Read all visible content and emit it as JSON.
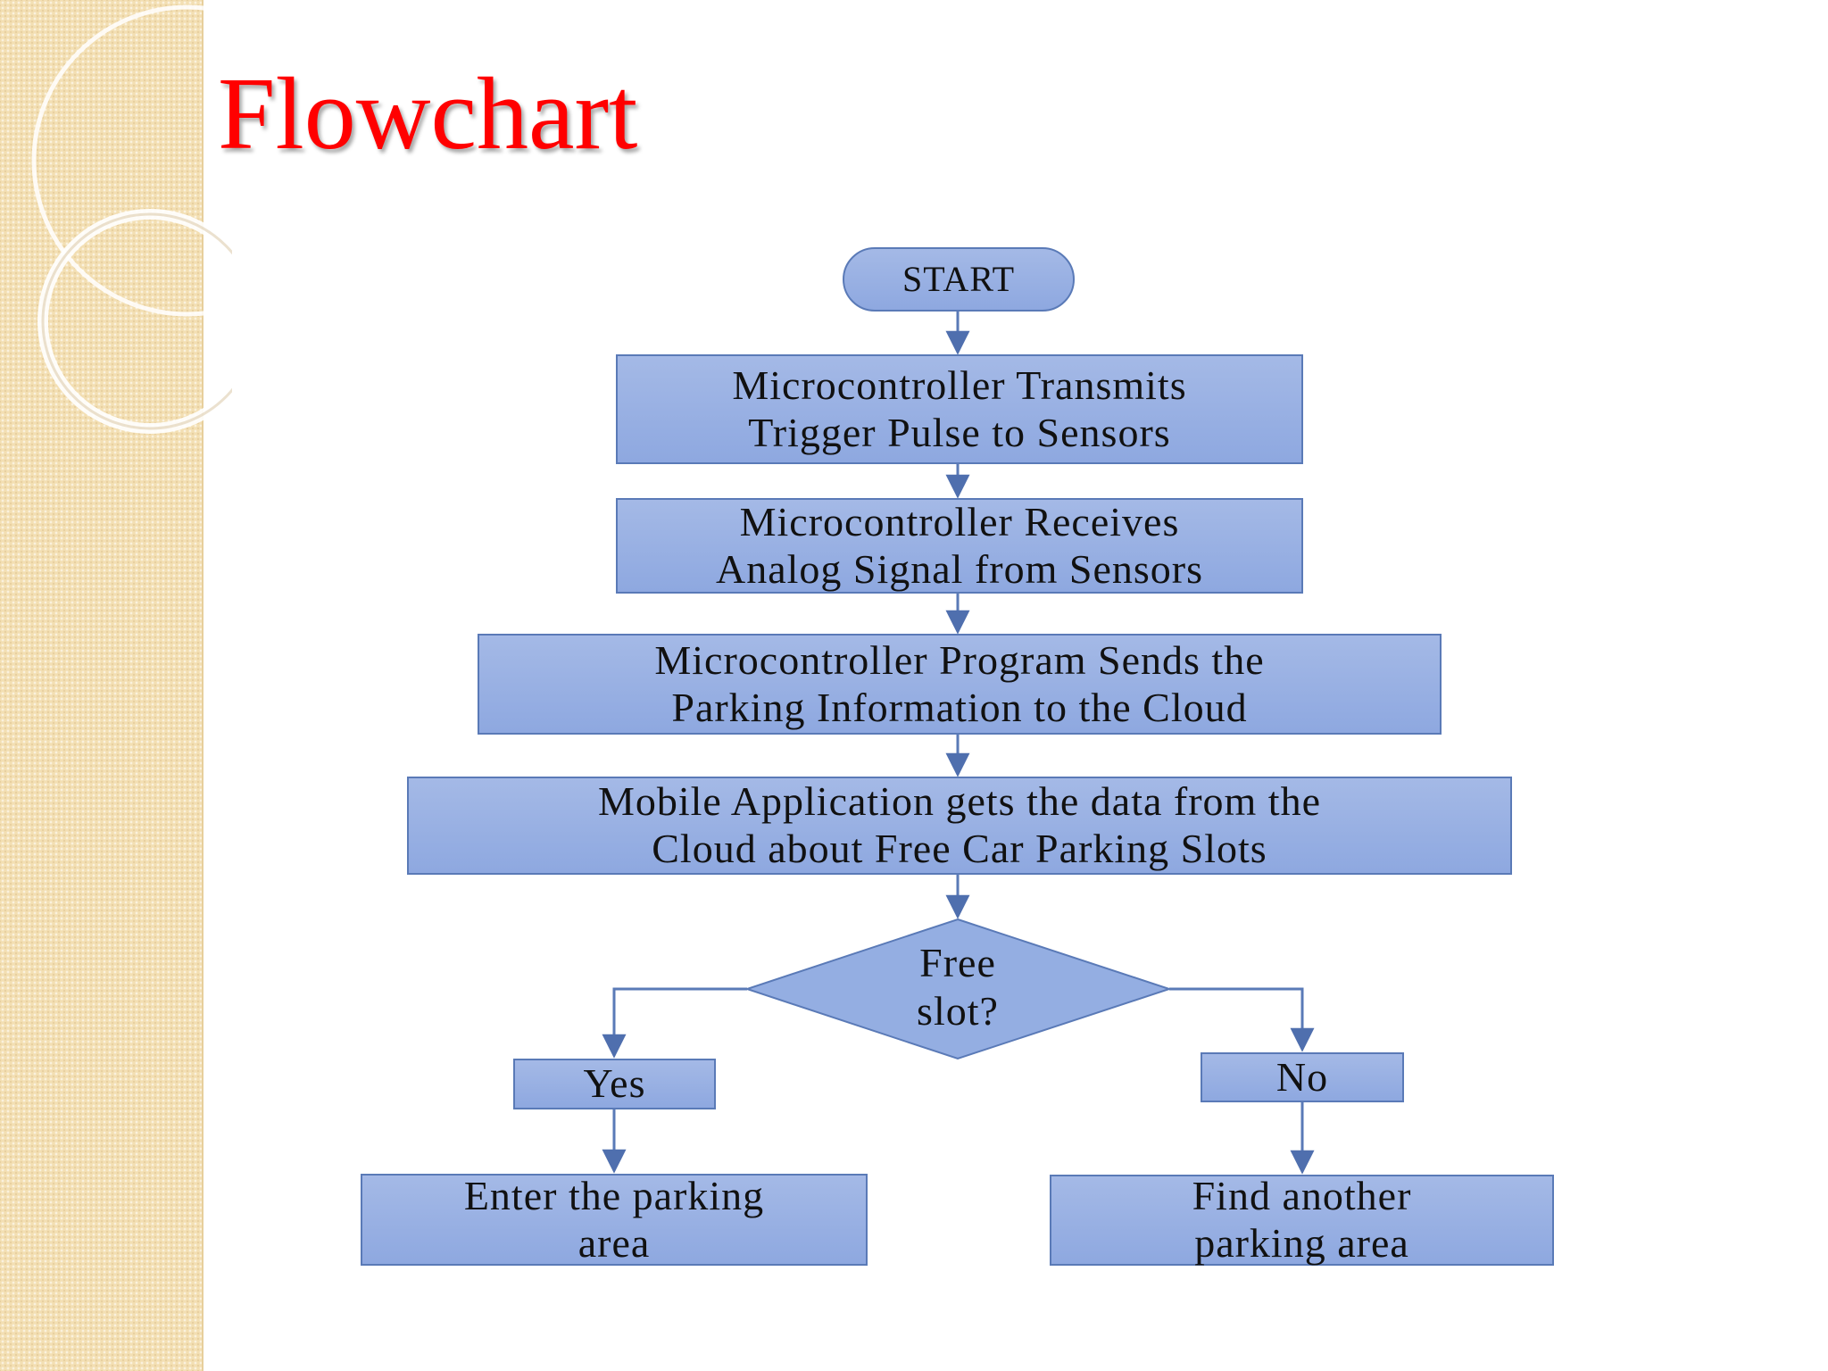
{
  "slide": {
    "title": "Flowchart"
  },
  "flowchart": {
    "start": "START",
    "step1": "Microcontroller Transmits\nTrigger Pulse to Sensors",
    "step2": "Microcontroller Receives\nAnalog Signal from Sensors",
    "step3": "Microcontroller Program Sends the\nParking Information to the Cloud",
    "step4": "Mobile Application gets the data from the\nCloud about Free Car Parking Slots",
    "decision": "Free\nslot?",
    "yes": "Yes",
    "no": "No",
    "yes_result": "Enter the parking\narea",
    "no_result": "Find another\nparking area"
  },
  "colors": {
    "title": "#ff0000",
    "box_fill": "#94aee2",
    "box_border": "#5a7ab7",
    "connector": "#5a7ab7",
    "sidebar": "#f3dfb3"
  }
}
